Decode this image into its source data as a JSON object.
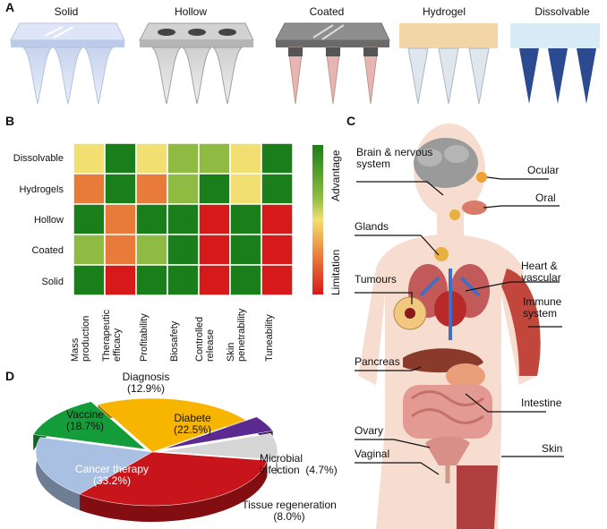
{
  "panels": {
    "a": "A",
    "b": "B",
    "c": "C",
    "d": "D"
  },
  "microneedles": [
    "Solid",
    "Hollow",
    "Coated",
    "Hydrogel",
    "Dissolvable"
  ],
  "heatmap": {
    "rows": [
      "Dissolvable",
      "Hydrogels",
      "Hollow",
      "Coated",
      "Solid"
    ],
    "cols": [
      "Mass\nproduction",
      "Therapeutic\nefficacy",
      "Profitability",
      "Biosafety",
      "Controlled\nrelease",
      "Skin\npenetrability",
      "Tuneability"
    ],
    "colorbar_top": "Advantage",
    "colorbar_bottom": "Limitation",
    "colors": {
      "green": "#1a7f1a",
      "lightgreen": "#8fbb42",
      "yellow": "#f1df72",
      "orange": "#e97b3a",
      "red": "#d61a1a"
    }
  },
  "chart_data": {
    "type": "heatmap",
    "rows": [
      "Dissolvable",
      "Hydrogels",
      "Hollow",
      "Coated",
      "Solid"
    ],
    "cols": [
      "Mass production",
      "Therapeutic efficacy",
      "Profitability",
      "Biosafety",
      "Controlled release",
      "Skin penetrability",
      "Tuneability"
    ],
    "values": [
      [
        "yellow",
        "green",
        "yellow",
        "lightgreen",
        "lightgreen",
        "yellow",
        "green"
      ],
      [
        "orange",
        "green",
        "orange",
        "lightgreen",
        "green",
        "yellow",
        "green"
      ],
      [
        "green",
        "orange",
        "green",
        "green",
        "red",
        "green",
        "red"
      ],
      [
        "lightgreen",
        "orange",
        "lightgreen",
        "green",
        "red",
        "green",
        "red"
      ],
      [
        "green",
        "red",
        "green",
        "green",
        "red",
        "green",
        "red"
      ]
    ]
  },
  "pie": {
    "slices": [
      {
        "label": "Cancer therapy\n(33.2%)",
        "value": 33.2,
        "color": "#c8151b"
      },
      {
        "label": "Vaccine\n(18.7%)",
        "value": 18.7,
        "color": "#a9c0e2"
      },
      {
        "label": "Diagnosis\n(12.9%)",
        "value": 12.9,
        "color": "#159c3a"
      },
      {
        "label": "Diabete\n(22.5%)",
        "value": 22.5,
        "color": "#f7b500"
      },
      {
        "label": "Microbial\ninfection  (4.7%)",
        "value": 4.7,
        "color": "#5b2a91"
      },
      {
        "label": "Tissue regeneration\n(8.0%)",
        "value": 8.0,
        "color": "#d6d6d6"
      }
    ]
  },
  "body_labels": {
    "brain": "Brain & nervous\nsystem",
    "ocular": "Ocular",
    "oral": "Oral",
    "glands": "Glands",
    "tumours": "Tumours",
    "heart": "Heart &\nvascular",
    "immune": "Immune\nsystem",
    "pancreas": "Pancreas",
    "intestine": "Intestine",
    "ovary": "Ovary",
    "vaginal": "Vaginal",
    "skin": "Skin"
  }
}
